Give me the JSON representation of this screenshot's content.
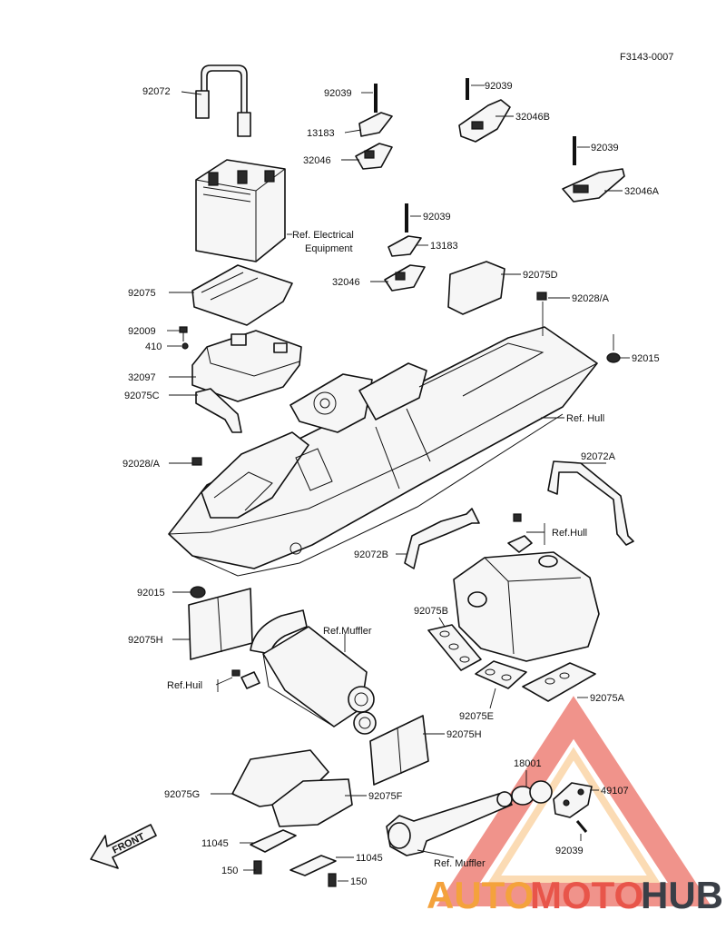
{
  "figure_code": "F3143-0007",
  "labels": {
    "p92072": "92072",
    "p92039a": "92039",
    "p92039b": "92039",
    "p32046B": "32046B",
    "p13183a": "13183",
    "p32046a": "32046",
    "p92039c": "92039",
    "p32046A": "32046A",
    "p92039d": "92039",
    "p13183b": "13183",
    "p32046b": "32046",
    "p92075D": "92075D",
    "p92075": "92075",
    "p92028Aa": "92028/A",
    "p92009": "92009",
    "p410": "410",
    "p92015a": "92015",
    "p32097": "32097",
    "p92075C": "92075C",
    "p92028Ab": "92028/A",
    "p92072A": "92072A",
    "p92072B": "92072B",
    "p92015b": "92015",
    "p92075B": "92075B",
    "p92075H": "92075H",
    "p92075E": "92075E",
    "p92075A": "92075A",
    "p92075H2": "92075H",
    "p18001": "18001",
    "p49107": "49107",
    "p92075G": "92075G",
    "p92075F": "92075F",
    "p92039e": "92039",
    "p11045a": "11045",
    "p11045b": "11045",
    "p150a": "150",
    "p150b": "150"
  },
  "refs": {
    "electrical_1": "Ref. Electrical",
    "electrical_2": "Equipment",
    "hull": "Ref. Hull",
    "hull2": "Ref.Hull",
    "muffler": "Ref.Muffler",
    "huil": "Ref.Huil",
    "muffler2": "Ref. Muffler"
  },
  "front_arrow": "FRONT",
  "watermark": {
    "auto": "AUTO",
    "moto": "MOTO",
    "hub": "HUB"
  },
  "colors": {
    "watermark_red": "#e8554a",
    "watermark_orange": "#f4a23c",
    "watermark_dark": "#3a3f47"
  }
}
